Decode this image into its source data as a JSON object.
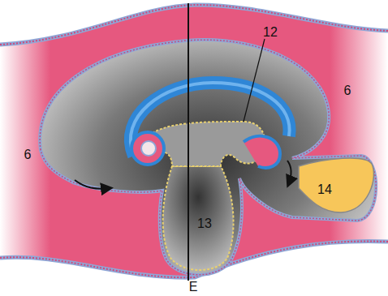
{
  "diagram": {
    "labels": [
      "12",
      "6",
      "6",
      "13",
      "14",
      "E"
    ]
  }
}
